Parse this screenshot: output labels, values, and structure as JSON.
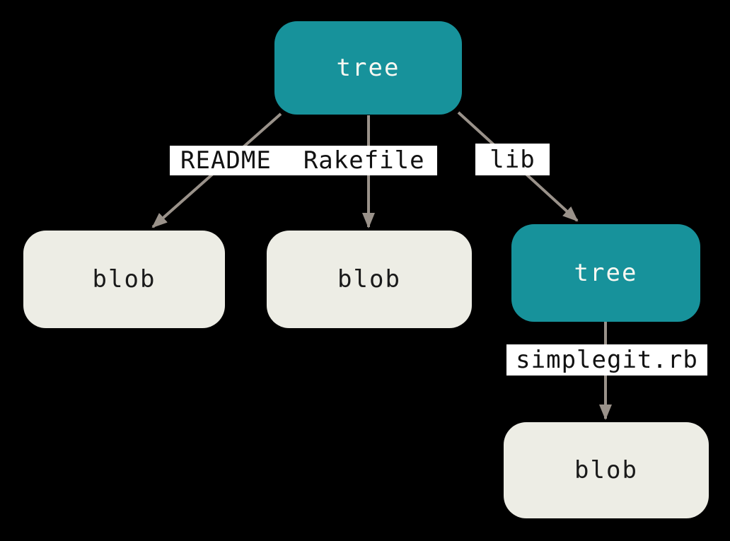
{
  "diagram": {
    "type": "git-object-tree",
    "background": "#000000",
    "colors": {
      "tree_node_fill": "#17929B",
      "tree_node_text": "#F8F8F2",
      "blob_node_fill": "#EDEDE5",
      "blob_node_text": "#1A1A1A",
      "edge_stroke": "#9A928A",
      "edge_label_bg": "#FFFFFF",
      "edge_label_text": "#111111"
    },
    "nodes": [
      {
        "id": "tree-root",
        "type": "tree",
        "label": "tree"
      },
      {
        "id": "blob-left",
        "type": "blob",
        "label": "blob"
      },
      {
        "id": "blob-mid",
        "type": "blob",
        "label": "blob"
      },
      {
        "id": "tree-lib",
        "type": "tree",
        "label": "tree"
      },
      {
        "id": "blob-bottom",
        "type": "blob",
        "label": "blob"
      }
    ],
    "edges": [
      {
        "from": "tree-root",
        "to": "blob-left",
        "label": "README"
      },
      {
        "from": "tree-root",
        "to": "blob-mid",
        "label": "Rakefile"
      },
      {
        "from": "tree-root",
        "to": "tree-lib",
        "label": "lib"
      },
      {
        "from": "tree-lib",
        "to": "blob-bottom",
        "label": "simplegit.rb"
      }
    ]
  }
}
